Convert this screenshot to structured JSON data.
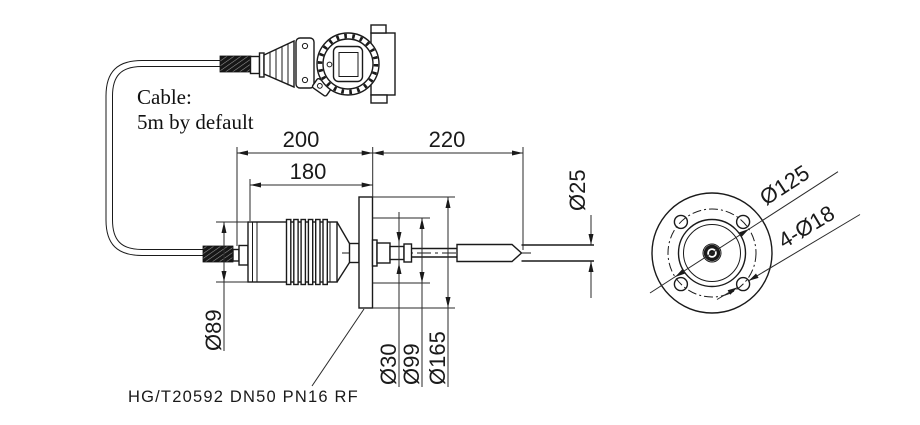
{
  "background": "#ffffff",
  "line_color": "#1a1a1a",
  "notes": {
    "cable_line1": "Cable:",
    "cable_line2": "5m by default",
    "flange_spec": "HG/T20592 DN50 PN16 RF"
  },
  "dimensions": {
    "housing_to_flange_face": "200",
    "housing_body_length": "180",
    "insertion_length": "220",
    "probe_diameter": "Ø25",
    "housing_diameter": "Ø89",
    "shaft_diameter": "Ø30",
    "raised_face_diameter": "Ø99",
    "flange_outer_diameter": "Ø165",
    "bolt_circle_diameter": "Ø125",
    "bolt_holes": "4-Ø18"
  }
}
